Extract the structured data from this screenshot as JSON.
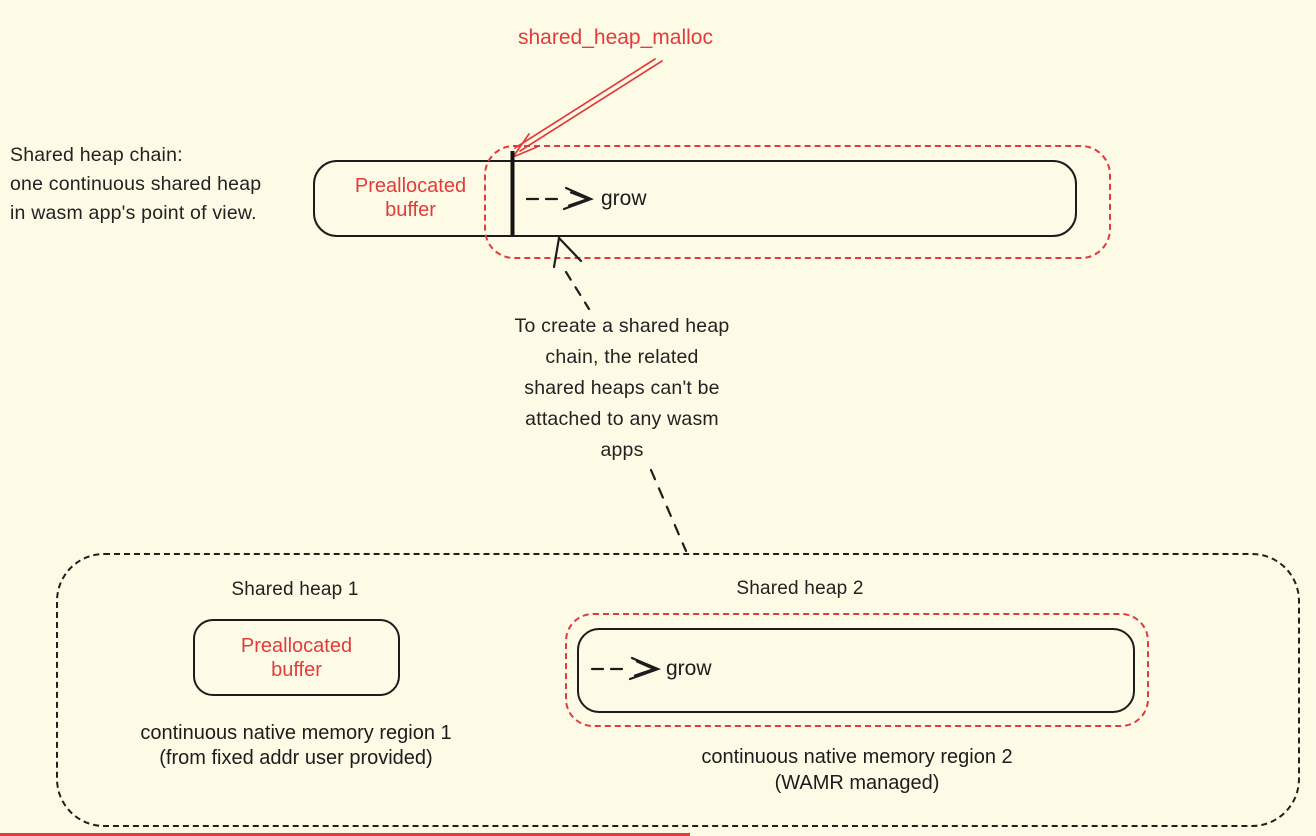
{
  "colors": {
    "background": "#FDFBE6",
    "accent_red": "#E23B3B",
    "ink": "#1C1C1C"
  },
  "top": {
    "label": "shared_heap_malloc"
  },
  "intro": {
    "lines": [
      "Shared heap chain:",
      "one continuous shared heap",
      "in wasm app's point of view."
    ]
  },
  "chain": {
    "prealloc_line1": "Preallocated",
    "prealloc_line2": "buffer",
    "grow_label": "grow"
  },
  "note": {
    "lines": [
      "To create a shared heap",
      "chain, the related",
      "shared heaps can't be",
      "attached to any wasm",
      "apps"
    ]
  },
  "group": {
    "heap1": {
      "title": "Shared heap 1",
      "box_line1": "Preallocated",
      "box_line2": "buffer",
      "caption_line1": "continuous native memory region 1",
      "caption_line2": "(from fixed addr user provided)"
    },
    "heap2": {
      "title": "Shared heap 2",
      "grow_label": "grow",
      "caption_line1": "continuous native memory region 2",
      "caption_line2": "(WAMR managed)"
    }
  }
}
